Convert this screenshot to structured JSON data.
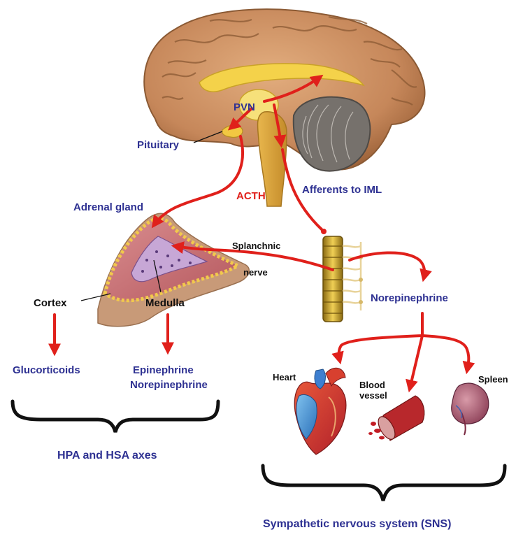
{
  "labels": {
    "pvn": "PVN",
    "pituitary": "Pituitary",
    "acth": "ACTH",
    "afferents": "Afferents to IML",
    "adrenal_gland": "Adrenal gland",
    "splanchnic": "Splanchnic",
    "nerve": "nerve",
    "cortex": "Cortex",
    "medulla": "Medulla",
    "norepinephrine": "Norepinephrine",
    "glucocorticoids": "Glucorticoids",
    "epinephrine": "Epinephrine",
    "norepinephrine_2": "Norepinephrine",
    "heart": "Heart",
    "blood": "Blood",
    "vessel": "vessel",
    "spleen": "Spleen",
    "hpa_hsa": "HPA and HSA axes",
    "sns": "Sympathetic nervous system (SNS)"
  },
  "colors": {
    "arrow_red": "#e0201b",
    "label_blue": "#2e3192",
    "brain_tan": "#c98a5a",
    "cerebellum_gray": "#6f6a66",
    "adrenal_pink": "#c8737a",
    "spine_gold": "#c9a227"
  }
}
